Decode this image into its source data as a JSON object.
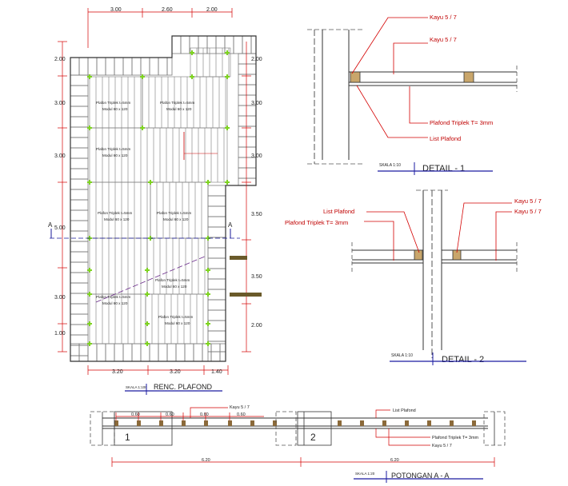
{
  "plan": {
    "dims_top": [
      "3.00",
      "2.60",
      "2.00"
    ],
    "dims_left": [
      "2.00",
      "3.00",
      "3.00",
      "5.00",
      "3.00",
      "1.00"
    ],
    "dims_right": [
      "2.00",
      "3.00",
      "3.00",
      "3.50",
      "3.50",
      "2.00"
    ],
    "dims_bottom": [
      "3.20",
      "3.20",
      "1.40"
    ],
    "cut_label": "A",
    "room_label_line1": "Plafon Triplek t=5mm",
    "room_label_line2": "Modul 60 x 120",
    "title": "RENC. PLAFOND",
    "scale": "SKALA 1:100"
  },
  "detail1": {
    "kayu_a": "Kayu 5 / 7",
    "kayu_b": "Kayu 5 / 7",
    "plafond": "Plafond Triplek T= 3mm",
    "list": "List Plafond",
    "scale": "SKALA 1:10",
    "title": "DETAIL  -  1"
  },
  "detail2": {
    "list": "List Plafond",
    "plafond": "Plafond Triplek T= 3mm",
    "kayu_a": "Kayu 5 / 7",
    "kayu_b": "Kayu 5 / 7",
    "scale": "SKALA 1:10",
    "title": "DETAIL  -  2"
  },
  "section": {
    "spacings": [
      "0.60",
      "0.60",
      "0.60",
      "0.60"
    ],
    "kayu_top": "Kayu 5 / 7",
    "list": "List Plafond",
    "plafond": "Plafond Triplek T= 3mm",
    "kayu_bottom": "Kayu 5 / 7",
    "marker1": "1",
    "marker2": "2",
    "total_left": "6.20",
    "total_right": "6.20",
    "scale": "SKALA 1:20",
    "title": "POTONGAN  A - A"
  }
}
